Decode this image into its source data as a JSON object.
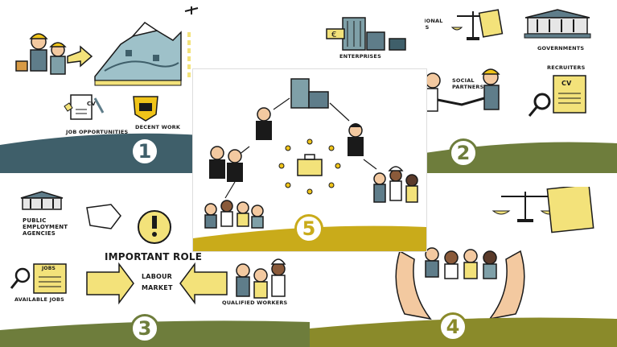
{
  "panel1": {
    "number": "1",
    "labels": {
      "job_opportunities": "Job opportunities",
      "decent_work": "Decent work",
      "cv": "CV"
    },
    "accent": "#3f5f6a"
  },
  "panel2": {
    "number": "2",
    "labels": {
      "enterprises": "Enterprises",
      "national_laws": "National laws",
      "governments": "Governments",
      "social_partners": "Social partners",
      "recruiters": "Recruiters",
      "cv": "CV"
    },
    "accent": "#6e7d3c"
  },
  "panel3": {
    "number": "3",
    "labels": {
      "public_employment_agencies": "Public employment agencies",
      "important_role": "Important role",
      "labour": "Labour",
      "market": "Market",
      "available_jobs": "Available jobs",
      "qualified_workers": "Qualified workers",
      "jobs": "Jobs"
    },
    "accent": "#6e7d3c"
  },
  "panel4": {
    "number": "4",
    "accent": "#8a8a2a"
  },
  "panel5": {
    "number": "5",
    "accent": "#c9ab1a"
  },
  "colors": {
    "yellow": "#f3e27a",
    "ink": "#1a1a1a",
    "teal": "#3f5f6a",
    "olive": "#6e7d3c"
  }
}
